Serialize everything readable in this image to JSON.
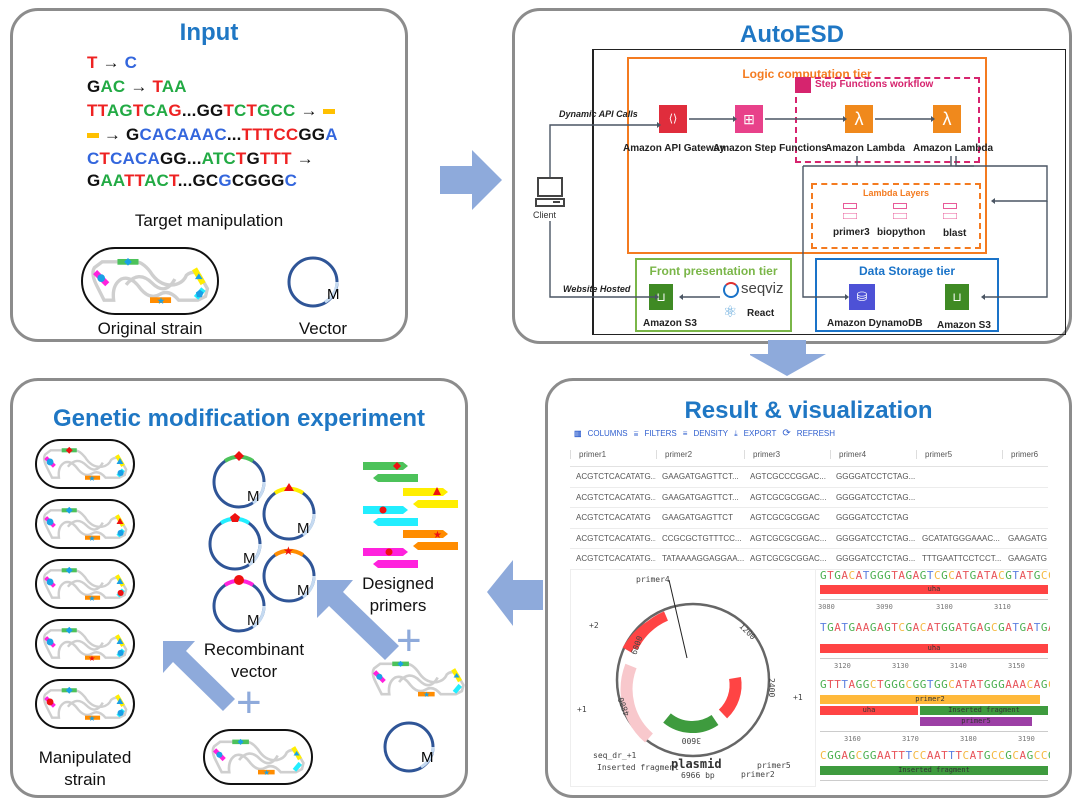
{
  "panels": {
    "input": {
      "title": "Input",
      "sequences": [
        [
          {
            "t": "T",
            "c": "r"
          },
          {
            "t": " → ",
            "c": "k"
          },
          {
            "t": "C",
            "c": "b"
          }
        ],
        [
          {
            "t": "G",
            "c": "k"
          },
          {
            "t": "AC",
            "c": "g"
          },
          {
            "t": " → ",
            "c": "k"
          },
          {
            "t": "T",
            "c": "r"
          },
          {
            "t": "AA",
            "c": "g"
          }
        ],
        [
          {
            "t": "TT",
            "c": "r"
          },
          {
            "t": "AG",
            "c": "g"
          },
          {
            "t": "T",
            "c": "r"
          },
          {
            "t": "CA",
            "c": "g"
          },
          {
            "t": "G",
            "c": "r"
          },
          {
            "t": "...GG",
            "c": "k"
          },
          {
            "t": "T",
            "c": "r"
          },
          {
            "t": "C",
            "c": "g"
          },
          {
            "t": "T",
            "c": "r"
          },
          {
            "t": "GCC",
            "c": "g"
          },
          {
            "t": " → ",
            "c": "k"
          },
          {
            "t": "-",
            "c": "dash"
          }
        ],
        [
          {
            "t": "-",
            "c": "dash"
          },
          {
            "t": " → G",
            "c": "k"
          },
          {
            "t": "CACAAAC",
            "c": "b"
          },
          {
            "t": "...",
            "c": "k"
          },
          {
            "t": "TTTCC",
            "c": "r"
          },
          {
            "t": "GG",
            "c": "k"
          },
          {
            "t": "A",
            "c": "b"
          }
        ],
        [
          {
            "t": "C",
            "c": "b"
          },
          {
            "t": "T",
            "c": "r"
          },
          {
            "t": "CACA",
            "c": "b"
          },
          {
            "t": "GG...",
            "c": "k"
          },
          {
            "t": "ATC",
            "c": "g"
          },
          {
            "t": "T",
            "c": "r"
          },
          {
            "t": "G",
            "c": "k"
          },
          {
            "t": "TTT",
            "c": "r"
          },
          {
            "t": " →",
            "c": "k"
          }
        ],
        [
          {
            "t": "G",
            "c": "k"
          },
          {
            "t": "AA",
            "c": "g"
          },
          {
            "t": "TT",
            "c": "r"
          },
          {
            "t": "AC",
            "c": "g"
          },
          {
            "t": "T",
            "c": "r"
          },
          {
            "t": "...GC",
            "c": "k"
          },
          {
            "t": "G",
            "c": "b"
          },
          {
            "t": "C",
            "c": "k"
          },
          {
            "t": "GGG",
            "c": "k"
          },
          {
            "t": "C",
            "c": "b"
          }
        ]
      ],
      "target_caption": "Target manipulation",
      "strain_caption": "Original strain",
      "vector_caption": "Vector",
      "vector_marker": "M"
    },
    "autoesd": {
      "title": "AutoESD",
      "logic_tier": "Logic computation tier",
      "step_functions_workflow": "Step Functions workflow",
      "dynamic_api_calls": "Dynamic API  Calls",
      "website_hosted": "Website Hosted",
      "client": "Client",
      "services": {
        "api_gateway": "Amazon API Gateway",
        "step_functions": "Amazon Step Functions",
        "lambda1": "Amazon Lambda",
        "lambda2": "Amazon Lambda"
      },
      "lambda_layers": {
        "title": "Lambda Layers",
        "items": [
          "primer3",
          "biopython",
          "blast"
        ]
      },
      "front_tier": {
        "title": "Front presentation tier",
        "s3": "Amazon S3",
        "seqviz": "seqviz",
        "react": "React"
      },
      "data_tier": {
        "title": "Data Storage tier",
        "dynamodb": "Amazon DynamoDB",
        "s3": "Amazon S3"
      },
      "colors": {
        "orange": "#f47b20",
        "pink": "#d6246e",
        "green": "#7ab648",
        "blue": "#1a73c8"
      }
    },
    "result": {
      "title": "Result & visualization",
      "toolbar": [
        "COLUMNS",
        "FILTERS",
        "DENSITY",
        "EXPORT",
        "REFRESH"
      ],
      "columns": [
        "primer1",
        "primer2",
        "primer3",
        "primer4",
        "primer5",
        "primer6"
      ],
      "rows": [
        [
          "ACGTCTCACATATG...",
          "GAAGATGAGTTCT...",
          "AGTCGCCCGGAC...",
          "GGGGATCCTCTAG...",
          "",
          ""
        ],
        [
          "ACGTCTCACATATG...",
          "GAAGATGAGTTCT...",
          "AGTCGCGCGGAC...",
          "GGGGATCCTCTAG...",
          "",
          ""
        ],
        [
          "ACGTCTCACATATG",
          "GAAGATGAGTTCT",
          "AGTCGCGCGGAC",
          "GGGGATCCTCTAG",
          "",
          ""
        ],
        [
          "ACGTCTCACATATG...",
          "CCGCGCTGTTTCC...",
          "AGTCGCGCGGAC...",
          "GGGGATCCTCTAG...",
          "GCATATGGGAAAC...",
          "GAAGATG"
        ],
        [
          "ACGTCTCACATATG...",
          "TATAAAAGGAGGAA...",
          "AGTCGCGCGGAC...",
          "GGGGATCCTCTAG...",
          "TTTGAATTCCTCCT...",
          "GAAGATG"
        ]
      ],
      "plasmid": {
        "name": "plasmid",
        "length": "6966 bp",
        "labels": [
          "primer4",
          "+2",
          "+1",
          "+1",
          "seq_dr_+1",
          "Inserted fragment",
          "primer5",
          "primer2"
        ],
        "ticks": [
          "1200",
          "2400",
          "3600",
          "4800",
          "6000"
        ],
        "features": [
          "dha",
          "uha"
        ]
      },
      "sequence_viewer": {
        "blocks": [
          {
            "seq": "GTGACATGGGTAGAGTCGCATGATACGTATGCCAATGA",
            "ticks": [
              "3080",
              "3090",
              "3100",
              "3110"
            ],
            "features": [
              "uha"
            ]
          },
          {
            "seq": "TGATGAAGAGTCGACATGGATGAGCGATGATGATATCC",
            "ticks": [
              "3120",
              "3130",
              "3140",
              "3150"
            ],
            "features": [
              "uha"
            ]
          },
          {
            "seq": "GTTTAGGCTGGGCGGTGGCATATGGGAAACAGCGCGGA",
            "ticks": [
              "3160",
              "3170",
              "3180",
              "3190"
            ],
            "features": [
              "primer2",
              "uha",
              "Inserted fragment",
              "primer5"
            ]
          },
          {
            "seq": "CGGAGCGGAATTTCCAATTTCATGCCGCAGCCGCCTGC",
            "ticks": [],
            "features": [
              "Inserted fragment"
            ]
          }
        ]
      }
    },
    "experiment": {
      "title": "Genetic modification experiment",
      "manipulated_caption": "Manipulated strain",
      "recombinant_caption": "Recombinant vector",
      "primers_caption": "Designed primers",
      "plus": "+",
      "vector_marker": "M"
    }
  },
  "nucleotide_colors": {
    "A": "#e8545a",
    "T": "#e8545a",
    "G": "#4caf50",
    "C": "#f5b942",
    "alt_T": "#5b7fe0"
  }
}
